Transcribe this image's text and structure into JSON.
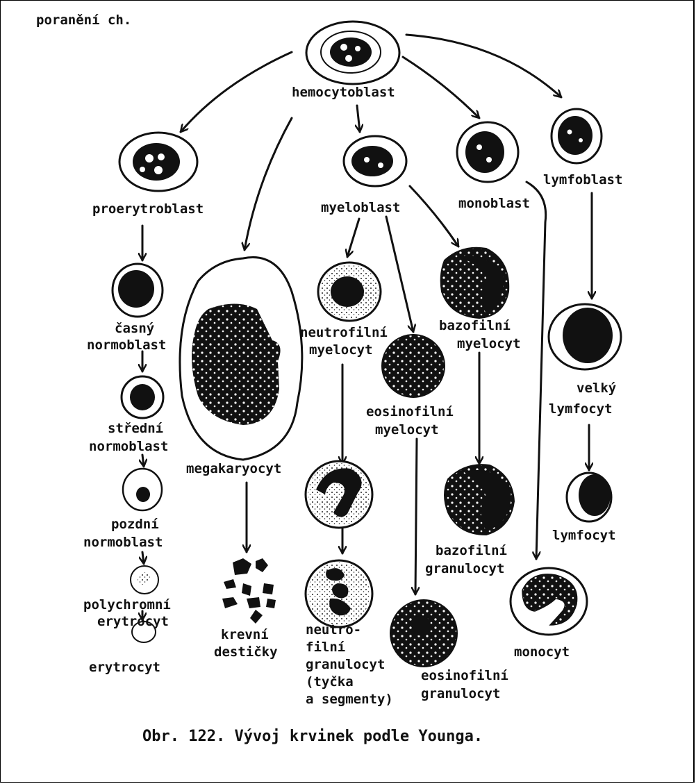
{
  "page": {
    "top_text": "poranění ch.",
    "caption": "Obr. 122. Vývoj krvinek podle Younga."
  },
  "labels": {
    "hemocytoblast": "hemocytoblast",
    "proerytroblast": "proerytroblast",
    "casny": "časný",
    "normoblast1": "normoblast",
    "stredni": "střední",
    "normoblast2": "normoblast",
    "pozdni": "pozdní",
    "normoblast3": "normoblast",
    "polychromni": "polychromní",
    "erytrocyt_poly": "erytrocyt",
    "erytrocyt": "erytrocyt",
    "megakaryocyt": "megakaryocyt",
    "krevni": "krevní",
    "desticky": "destičky",
    "myeloblast": "myeloblast",
    "neutrofilni": "neutrofilní",
    "myelocyt_n": "myelocyt",
    "neutro": "neutro-",
    "filni": "filní",
    "granulocyt_n": "granulocyt",
    "tycka": "(tyčka",
    "segmenty": "a segmenty)",
    "eosinofilni": "eosinofilní",
    "myelocyt_e": "myelocyt",
    "eosinofilni2": "eosinofilní",
    "granulocyt_e": "granulocyt",
    "bazofilni": "bazofilní",
    "myelocyt_b": "myelocyt",
    "bazofilni2": "bazofilní",
    "granulocyt_b": "granulocyt",
    "monoblast": "monoblast",
    "monocyt": "monocyt",
    "lymfoblast": "lymfoblast",
    "velky": "velký",
    "lymfocyt_v": "lymfocyt",
    "lymfocyt": "lymfocyt"
  }
}
